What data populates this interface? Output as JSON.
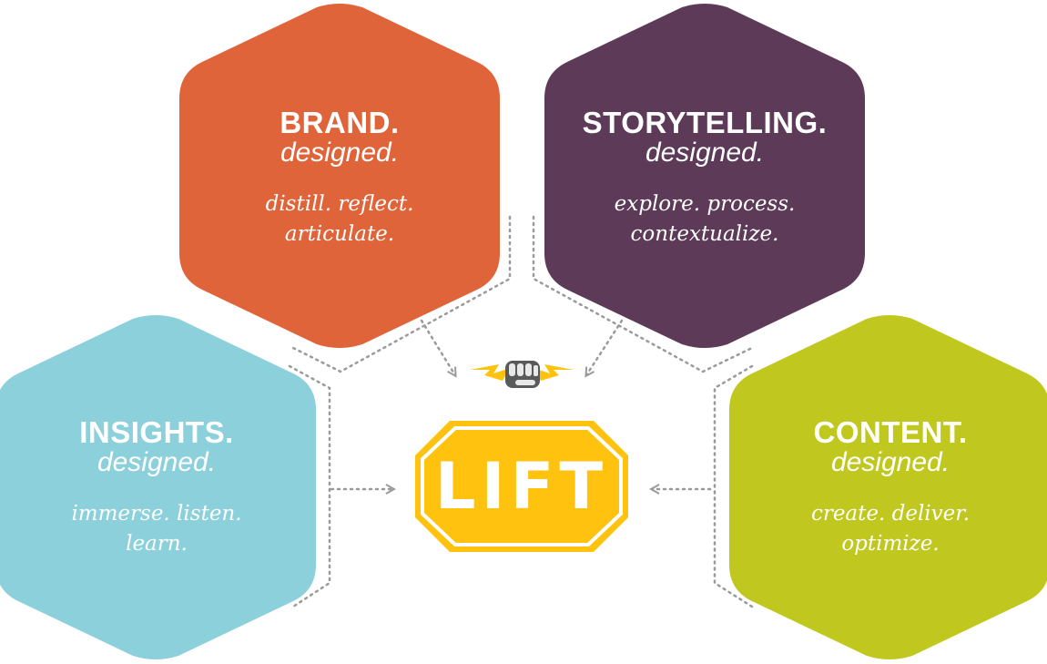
{
  "hexagons": {
    "brand": {
      "title": "BRAND.",
      "subtitle": "designed.",
      "line1": "distill. reflect.",
      "line2": "articulate.",
      "color": "#E0643A"
    },
    "storytelling": {
      "title": "STORYTELLING.",
      "subtitle": "designed.",
      "line1": "explore. process.",
      "line2": "contextualize.",
      "color": "#5C3A58"
    },
    "insights": {
      "title": "INSIGHTS.",
      "subtitle": "designed.",
      "line1": "immerse. listen.",
      "line2": "learn.",
      "color": "#8BD0DA"
    },
    "content": {
      "title": "CONTENT.",
      "subtitle": "designed.",
      "line1": "create. deliver.",
      "line2": "optimize.",
      "color": "#C0C81F"
    }
  },
  "logo": {
    "text": "LIFT",
    "color": "#FFC20E",
    "icon": "fist-lightning-icon"
  },
  "connector_color": "#9A9A9A"
}
